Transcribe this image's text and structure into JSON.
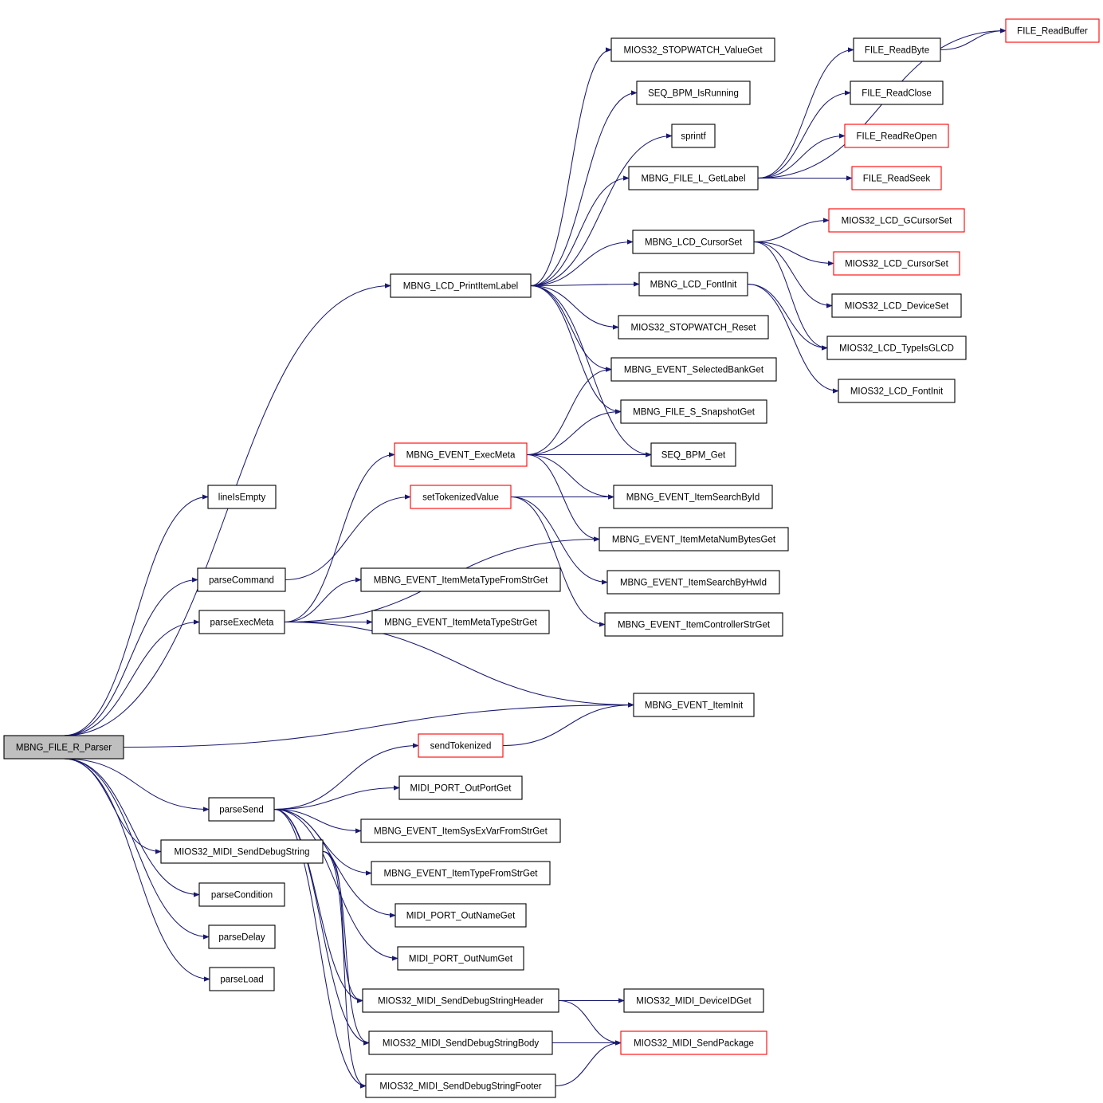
{
  "colors": {
    "edge": "#191970",
    "box_normal": "#000000",
    "box_truncated": "#ff0000",
    "root_fill": "#bfbfbf",
    "node_fill": "#ffffff"
  },
  "nodes": {
    "root": {
      "label": "MBNG_FILE_R_Parser",
      "style": "root"
    },
    "lineIsEmpty": {
      "label": "lineIsEmpty",
      "style": "normal"
    },
    "parseCommand": {
      "label": "parseCommand",
      "style": "normal"
    },
    "parseExecMeta": {
      "label": "parseExecMeta",
      "style": "normal"
    },
    "parseSend": {
      "label": "parseSend",
      "style": "normal"
    },
    "sendDebugString": {
      "label": "MIOS32_MIDI_SendDebugString",
      "style": "normal"
    },
    "parseCondition": {
      "label": "parseCondition",
      "style": "normal"
    },
    "parseDelay": {
      "label": "parseDelay",
      "style": "normal"
    },
    "parseLoad": {
      "label": "parseLoad",
      "style": "normal"
    },
    "printItemLabel": {
      "label": "MBNG_LCD_PrintItemLabel",
      "style": "normal"
    },
    "execMeta": {
      "label": "MBNG_EVENT_ExecMeta",
      "style": "truncated"
    },
    "setTokenizedValue": {
      "label": "setTokenizedValue",
      "style": "truncated"
    },
    "metaTypeFromStrGet": {
      "label": "MBNG_EVENT_ItemMetaTypeFromStrGet",
      "style": "normal"
    },
    "metaTypeStrGet": {
      "label": "MBNG_EVENT_ItemMetaTypeStrGet",
      "style": "normal"
    },
    "sendTokenized": {
      "label": "sendTokenized",
      "style": "truncated"
    },
    "outPortGet": {
      "label": "MIDI_PORT_OutPortGet",
      "style": "normal"
    },
    "sysExVarFromStrGet": {
      "label": "MBNG_EVENT_ItemSysExVarFromStrGet",
      "style": "normal"
    },
    "typeFromStrGet": {
      "label": "MBNG_EVENT_ItemTypeFromStrGet",
      "style": "normal"
    },
    "outNameGet": {
      "label": "MIDI_PORT_OutNameGet",
      "style": "normal"
    },
    "outNumGet": {
      "label": "MIDI_PORT_OutNumGet",
      "style": "normal"
    },
    "debugHeader": {
      "label": "MIOS32_MIDI_SendDebugStringHeader",
      "style": "normal"
    },
    "debugBody": {
      "label": "MIOS32_MIDI_SendDebugStringBody",
      "style": "normal"
    },
    "debugFooter": {
      "label": "MIOS32_MIDI_SendDebugStringFooter",
      "style": "normal"
    },
    "stopwatchValueGet": {
      "label": "MIOS32_STOPWATCH_ValueGet",
      "style": "normal"
    },
    "bpmIsRunning": {
      "label": "SEQ_BPM_IsRunning",
      "style": "normal"
    },
    "sprintf": {
      "label": "sprintf",
      "style": "normal"
    },
    "fileLGetLabel": {
      "label": "MBNG_FILE_L_GetLabel",
      "style": "normal"
    },
    "lcdCursorSet": {
      "label": "MBNG_LCD_CursorSet",
      "style": "normal"
    },
    "lcdFontInit": {
      "label": "MBNG_LCD_FontInit",
      "style": "normal"
    },
    "stopwatchReset": {
      "label": "MIOS32_STOPWATCH_Reset",
      "style": "normal"
    },
    "selectedBankGet": {
      "label": "MBNG_EVENT_SelectedBankGet",
      "style": "normal"
    },
    "snapshotGet": {
      "label": "MBNG_FILE_S_SnapshotGet",
      "style": "normal"
    },
    "bpmGet": {
      "label": "SEQ_BPM_Get",
      "style": "normal"
    },
    "itemSearchById": {
      "label": "MBNG_EVENT_ItemSearchById",
      "style": "normal"
    },
    "metaNumBytesGet": {
      "label": "MBNG_EVENT_ItemMetaNumBytesGet",
      "style": "normal"
    },
    "itemSearchByHwId": {
      "label": "MBNG_EVENT_ItemSearchByHwId",
      "style": "normal"
    },
    "controllerStrGet": {
      "label": "MBNG_EVENT_ItemControllerStrGet",
      "style": "normal"
    },
    "itemInit": {
      "label": "MBNG_EVENT_ItemInit",
      "style": "normal"
    },
    "deviceIdGet": {
      "label": "MIOS32_MIDI_DeviceIDGet",
      "style": "normal"
    },
    "sendPackage": {
      "label": "MIOS32_MIDI_SendPackage",
      "style": "truncated"
    },
    "readBuffer": {
      "label": "FILE_ReadBuffer",
      "style": "truncated"
    },
    "readByte": {
      "label": "FILE_ReadByte",
      "style": "normal"
    },
    "readClose": {
      "label": "FILE_ReadClose",
      "style": "normal"
    },
    "readReOpen": {
      "label": "FILE_ReadReOpen",
      "style": "truncated"
    },
    "readSeek": {
      "label": "FILE_ReadSeek",
      "style": "truncated"
    },
    "gCursorSet": {
      "label": "MIOS32_LCD_GCursorSet",
      "style": "truncated"
    },
    "mios32CursorSet": {
      "label": "MIOS32_LCD_CursorSet",
      "style": "truncated"
    },
    "deviceSet": {
      "label": "MIOS32_LCD_DeviceSet",
      "style": "normal"
    },
    "typeIsGLCD": {
      "label": "MIOS32_LCD_TypeIsGLCD",
      "style": "normal"
    },
    "mios32FontInit": {
      "label": "MIOS32_LCD_FontInit",
      "style": "normal"
    }
  },
  "edges": [
    [
      "root",
      "lineIsEmpty"
    ],
    [
      "root",
      "printItemLabel"
    ],
    [
      "root",
      "parseCommand"
    ],
    [
      "root",
      "parseExecMeta"
    ],
    [
      "root",
      "itemInit"
    ],
    [
      "root",
      "parseSend"
    ],
    [
      "root",
      "sendDebugString"
    ],
    [
      "root",
      "parseCondition"
    ],
    [
      "root",
      "parseDelay"
    ],
    [
      "root",
      "parseLoad"
    ],
    [
      "parseCommand",
      "setTokenizedValue"
    ],
    [
      "parseExecMeta",
      "execMeta"
    ],
    [
      "parseExecMeta",
      "metaNumBytesGet"
    ],
    [
      "parseExecMeta",
      "metaTypeFromStrGet"
    ],
    [
      "parseExecMeta",
      "metaTypeStrGet"
    ],
    [
      "parseExecMeta",
      "itemInit"
    ],
    [
      "printItemLabel",
      "stopwatchValueGet"
    ],
    [
      "printItemLabel",
      "bpmIsRunning"
    ],
    [
      "printItemLabel",
      "sprintf"
    ],
    [
      "printItemLabel",
      "fileLGetLabel"
    ],
    [
      "printItemLabel",
      "lcdCursorSet"
    ],
    [
      "printItemLabel",
      "lcdFontInit"
    ],
    [
      "printItemLabel",
      "stopwatchReset"
    ],
    [
      "printItemLabel",
      "selectedBankGet"
    ],
    [
      "printItemLabel",
      "snapshotGet"
    ],
    [
      "printItemLabel",
      "bpmGet"
    ],
    [
      "execMeta",
      "selectedBankGet"
    ],
    [
      "execMeta",
      "snapshotGet"
    ],
    [
      "execMeta",
      "bpmGet"
    ],
    [
      "execMeta",
      "itemSearchById"
    ],
    [
      "execMeta",
      "metaNumBytesGet"
    ],
    [
      "setTokenizedValue",
      "itemSearchById"
    ],
    [
      "setTokenizedValue",
      "itemSearchByHwId"
    ],
    [
      "setTokenizedValue",
      "controllerStrGet"
    ],
    [
      "sendTokenized",
      "itemInit"
    ],
    [
      "parseSend",
      "sendTokenized"
    ],
    [
      "parseSend",
      "outPortGet"
    ],
    [
      "parseSend",
      "sysExVarFromStrGet"
    ],
    [
      "parseSend",
      "typeFromStrGet"
    ],
    [
      "parseSend",
      "outNameGet"
    ],
    [
      "parseSend",
      "outNumGet"
    ],
    [
      "parseSend",
      "debugHeader"
    ],
    [
      "parseSend",
      "debugBody"
    ],
    [
      "parseSend",
      "debugFooter"
    ],
    [
      "sendDebugString",
      "debugHeader"
    ],
    [
      "sendDebugString",
      "debugBody"
    ],
    [
      "sendDebugString",
      "debugFooter"
    ],
    [
      "debugHeader",
      "deviceIdGet"
    ],
    [
      "debugHeader",
      "sendPackage"
    ],
    [
      "debugBody",
      "sendPackage"
    ],
    [
      "debugFooter",
      "sendPackage"
    ],
    [
      "fileLGetLabel",
      "readBuffer"
    ],
    [
      "fileLGetLabel",
      "readByte"
    ],
    [
      "fileLGetLabel",
      "readClose"
    ],
    [
      "fileLGetLabel",
      "readReOpen"
    ],
    [
      "fileLGetLabel",
      "readSeek"
    ],
    [
      "readByte",
      "readBuffer"
    ],
    [
      "lcdCursorSet",
      "gCursorSet"
    ],
    [
      "lcdCursorSet",
      "mios32CursorSet"
    ],
    [
      "lcdCursorSet",
      "deviceSet"
    ],
    [
      "lcdCursorSet",
      "typeIsGLCD"
    ],
    [
      "lcdFontInit",
      "typeIsGLCD"
    ],
    [
      "lcdFontInit",
      "mios32FontInit"
    ]
  ]
}
